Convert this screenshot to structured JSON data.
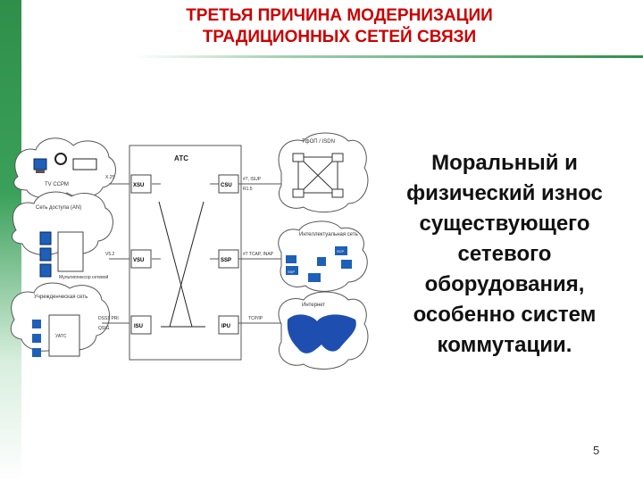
{
  "title": {
    "line1": "ТРЕТЬЯ ПРИЧИНА МОДЕРНИЗАЦИИ",
    "line2": "ТРАДИЦИОННЫХ СЕТЕЙ СВЯЗИ"
  },
  "main_text": {
    "lines": [
      "Моральный и",
      "физический износ",
      "существующего",
      "сетевого",
      "оборудования,",
      "особенно систем",
      "коммутации."
    ]
  },
  "page_number": "5",
  "diagram": {
    "atc_label": "АТС",
    "modules_left": [
      "XSU",
      "VSU",
      "ISU"
    ],
    "modules_right": [
      "CSU",
      "SSP",
      "IPU"
    ],
    "left_links": [
      "X.25",
      "V5.2",
      "DSS1 PRI",
      "QSIG"
    ],
    "right_links": [
      "#7, ISUP",
      "R1.5",
      "#7 TCAP, INAP",
      "TCP/IP"
    ],
    "cloud_left_1": "TV ССРМ",
    "cloud_left_2": "Сеть доступа (AN)",
    "cloud_left_3": "Учрежденческая сеть",
    "cloud_right_1": "ТфОП / ISDN",
    "cloud_right_2": "Интеллектуальная сеть",
    "cloud_right_3": "Интернет",
    "node_label": "АТС",
    "ssp_label": "SSP",
    "scp_label": "SCP",
    "an_box_label": "Мультиплексор сетевой",
    "pbx_label": "УАТС"
  }
}
